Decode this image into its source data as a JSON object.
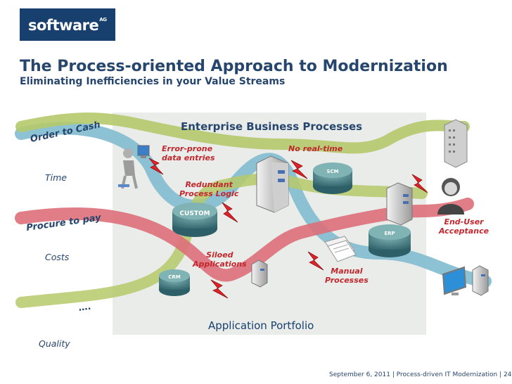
{
  "header": {
    "logo_text": "software",
    "logo_suffix": "AG",
    "title": "The Process-oriented Approach to Modernization",
    "subtitle": "Eliminating Inefficiencies in your Value Streams"
  },
  "diagram": {
    "top_label": "Enterprise Business Processes",
    "bottom_label": "Application Portfolio",
    "streams": [
      "Order to Cash",
      "Procure to pay",
      "...."
    ],
    "side_labels": [
      "Time",
      "Costs",
      "Quality"
    ],
    "systems": [
      "CUSTOM",
      "CRM",
      "SCM",
      "ERP"
    ],
    "issues": {
      "error_prone_1": "Error-prone",
      "error_prone_2": "data entries",
      "no_realtime": "No real-time",
      "redundant_1": "Redundant",
      "redundant_2": "Process Logic",
      "siloed_1": "Siloed",
      "siloed_2": "Applications",
      "manual_1": "Manual",
      "manual_2": "Processes",
      "end_user_1": "End-User",
      "end_user_2": "Acceptance"
    }
  },
  "footer": {
    "text": "September 6, 2011  |  Process-driven IT Modernization  |  24"
  },
  "colors": {
    "brand": "#17406e",
    "title": "#27466e",
    "stream_green": "#b5c96a",
    "stream_red": "#dd6f7a",
    "stream_blue": "#86bfd2",
    "issue_red": "#c0282e",
    "database_teal": "#3f7a84",
    "panel": "#eaece9"
  },
  "icons": [
    "user-at-computer-icon",
    "server-icon",
    "database-icon",
    "lightning-icon",
    "building-icon",
    "person-icon",
    "monitor-icon",
    "document-icon"
  ]
}
